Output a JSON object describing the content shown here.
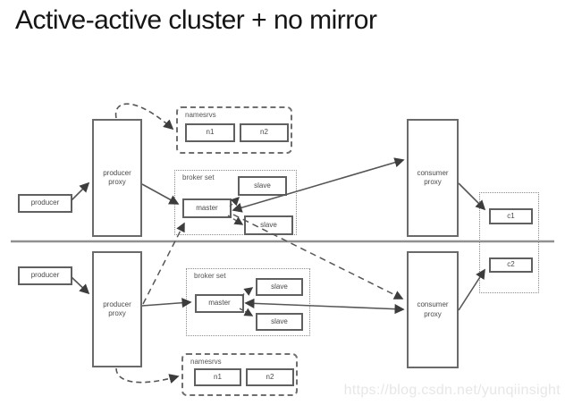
{
  "page": {
    "title": "Active-active cluster + no mirror",
    "watermark": "https://blog.csdn.net/yunqiinsight"
  },
  "colors": {
    "line": "#565656",
    "arrowhead": "#3d3d3d",
    "box_border": "#606060",
    "container_dotted": "#8a8a8a",
    "container_dashed": "#6f6f6f",
    "divider": "#909090",
    "text": "#4a4a4a",
    "title_text": "#151515",
    "watermark_text": "#e7e7e7",
    "background": "#ffffff"
  },
  "dc_top": {
    "producer_label": "producer",
    "producer_proxy_label": "producer\nproxy",
    "namesrvs": {
      "label": "namesrvs",
      "nodes": [
        "n1",
        "n2"
      ]
    },
    "broker_set": {
      "label": "broker set",
      "master_label": "master",
      "slave_labels": [
        "slave",
        "slave"
      ]
    },
    "consumer_proxy_label": "consumer\nproxy",
    "consumer_label": "c1"
  },
  "dc_bottom": {
    "producer_label": "producer",
    "producer_proxy_label": "producer\nproxy",
    "namesrvs": {
      "label": "namesrvs",
      "nodes": [
        "n1",
        "n2"
      ]
    },
    "broker_set": {
      "label": "broker set",
      "master_label": "master",
      "slave_labels": [
        "slave",
        "slave"
      ]
    },
    "consumer_proxy_label": "consumer\nproxy",
    "consumer_label": "c2"
  }
}
